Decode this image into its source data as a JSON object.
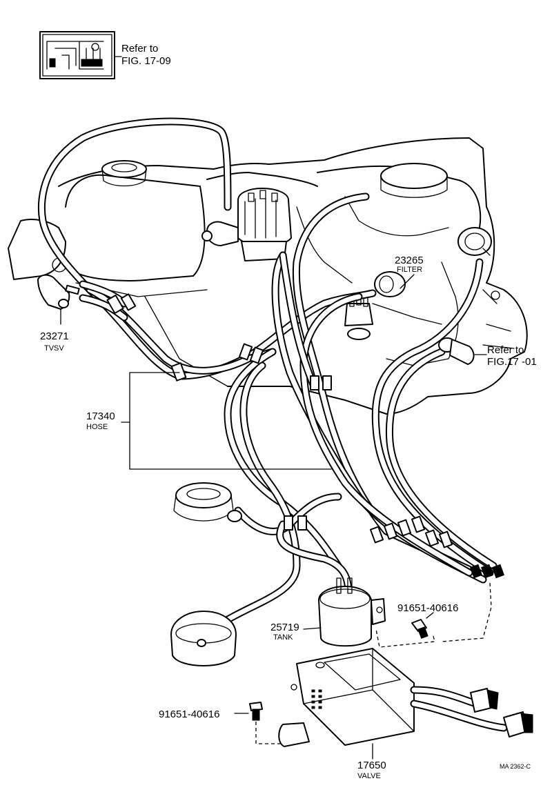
{
  "references": {
    "top": {
      "line1": "Refer to",
      "line2": "FIG. 17-09"
    },
    "right": {
      "line1": "Refer to",
      "line2": "FIG.17 -01"
    }
  },
  "parts": {
    "tvsv": {
      "number": "23271",
      "name": "TVSV"
    },
    "filter": {
      "number": "23265",
      "name": "FILTER"
    },
    "hose": {
      "number": "17340",
      "name": "HOSE"
    },
    "tank": {
      "number": "25719",
      "name": "TANK"
    },
    "screw_right": {
      "number": "91651-40616"
    },
    "screw_left": {
      "number": "91651-40616"
    },
    "valve": {
      "number": "17650",
      "name": "VALVE"
    }
  },
  "drawing_code": "MA  2362-C"
}
